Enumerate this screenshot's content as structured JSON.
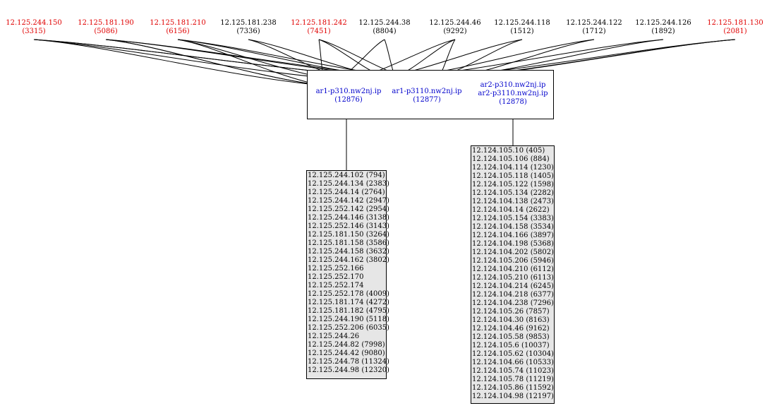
{
  "top_nodes": [
    {
      "ip": "12.125.244.150",
      "count": "(3315)",
      "color": "#e00000"
    },
    {
      "ip": "12.125.181.190",
      "count": "(5086)",
      "color": "#e00000"
    },
    {
      "ip": "12.125.181.210",
      "count": "(6156)",
      "color": "#e00000"
    },
    {
      "ip": "12.125.181.238",
      "count": "(7336)",
      "color": "#000000"
    },
    {
      "ip": "12.125.181.242",
      "count": "(7451)",
      "color": "#e00000"
    },
    {
      "ip": "12.125.244.38",
      "count": "(8804)",
      "color": "#000000"
    },
    {
      "ip": "12.125.244.46",
      "count": "(9292)",
      "color": "#000000"
    },
    {
      "ip": "12.125.244.118",
      "count": "(1512)",
      "color": "#000000"
    },
    {
      "ip": "12.125.244.122",
      "count": "(1712)",
      "color": "#000000"
    },
    {
      "ip": "12.125.244.126",
      "count": "(1892)",
      "color": "#000000"
    },
    {
      "ip": "12.125.181.130",
      "count": "(2081)",
      "color": "#e00000"
    }
  ],
  "routers": [
    {
      "lines": [
        "ar1-p310.nw2nj.ip",
        "(12876)"
      ]
    },
    {
      "lines": [
        "ar1-p3110.nw2nj.ip",
        "(12877)"
      ]
    },
    {
      "lines": [
        "ar2-p310.nw2nj.ip",
        "ar2-p3110.nw2nj.ip",
        "(12878)"
      ]
    }
  ],
  "left_list": [
    "12.125.244.102 (794)",
    "12.125.244.134 (2383)",
    "12.125.244.14 (2764)",
    "12.125.244.142 (2947)",
    "12.125.252.142 (2954)",
    "12.125.244.146 (3138)",
    "12.125.252.146 (3143)",
    "12.125.181.150 (3264)",
    "12.125.181.158 (3586)",
    "12.125.244.158 (3632)",
    "12.125.244.162 (3802)",
    "12.125.252.166",
    "12.125.252.170",
    "12.125.252.174",
    "12.125.252.178 (4009)",
    "12.125.181.174 (4272)",
    "12.125.181.182 (4795)",
    "12.125.244.190 (5118)",
    "12.125.252.206 (6035)",
    "12.125.244.26",
    "12.125.244.82 (7998)",
    "12.125.244.42 (9080)",
    "12.125.244.78 (11324)",
    "12.125.244.98 (12320)"
  ],
  "right_list": [
    "12.124.105.10 (405)",
    "12.124.105.106 (884)",
    "12.124.104.114 (1230)",
    "12.124.105.118 (1405)",
    "12.124.105.122 (1598)",
    "12.124.105.134 (2282)",
    "12.124.104.138 (2473)",
    "12.124.104.14 (2622)",
    "12.124.105.154 (3383)",
    "12.124.104.158 (3534)",
    "12.124.104.166 (3897)",
    "12.124.104.198 (5368)",
    "12.124.104.202 (5802)",
    "12.124.105.206 (5946)",
    "12.124.104.210 (6112)",
    "12.124.105.210 (6113)",
    "12.124.104.214 (6245)",
    "12.124.104.218 (6377)",
    "12.124.104.238 (7296)",
    "12.124.105.26 (7857)",
    "12.124.104.30 (8163)",
    "12.124.104.46 (9162)",
    "12.124.105.58 (9853)",
    "12.124.105.6 (10037)",
    "12.124.105.62 (10304)",
    "12.124.104.66 (10533)",
    "12.124.105.74 (11023)",
    "12.124.105.78 (11219)",
    "12.124.105.86 (11592)",
    "12.124.104.98 (12197)"
  ]
}
